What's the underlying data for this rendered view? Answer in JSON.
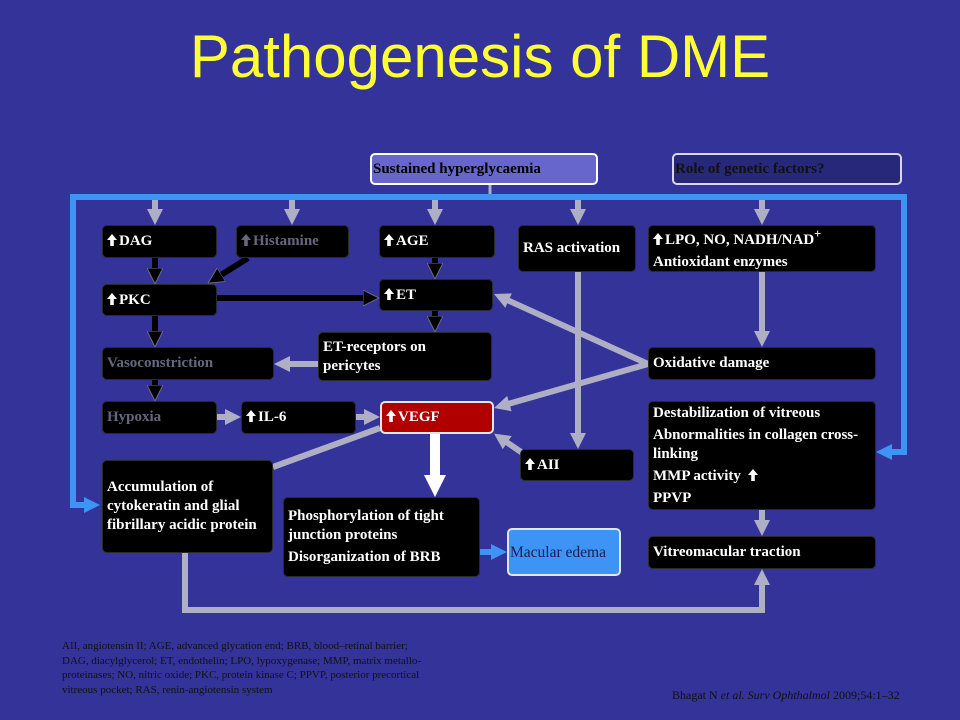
{
  "title": "Pathogenesis of DME",
  "colors": {
    "background": "#333399",
    "title": "#ffff33",
    "box_fill": "#000000",
    "box_text": "#ffffff",
    "dim_text": "#66667f",
    "hyper_fill": "#6666cc",
    "genetic_fill": "#28287a",
    "vegf_fill": "#b00000",
    "macular_fill": "#3d94f5",
    "macular_text": "#1c1c55",
    "loop_blue": "#3d94f5",
    "arrow_gray": "#aeaec4",
    "arrow_black": "#000000",
    "arrow_white": "#ffffff",
    "footnote_text": "#111111"
  },
  "sources": {
    "hyperglycaemia": {
      "label": "Sustained hyperglycaemia"
    },
    "genetic": {
      "label": "Role of genetic factors?"
    }
  },
  "nodes": {
    "dag": {
      "icon": "up-arrow",
      "label": "DAG"
    },
    "histamine": {
      "icon": "up-arrow",
      "label": "Histamine"
    },
    "age": {
      "icon": "up-arrow",
      "label": "AGE"
    },
    "ras": {
      "label": "RAS activation"
    },
    "lpo": {
      "icon": "up-arrow",
      "label": "LPO, NO, NADH/NAD",
      "label_sup": "+",
      "line2": "Antioxidant enzymes"
    },
    "pkc": {
      "icon": "up-arrow",
      "label": "PKC"
    },
    "et": {
      "icon": "up-arrow",
      "label": "ET"
    },
    "vasoconstriction": {
      "label": "Vasoconstriction"
    },
    "et_receptors": {
      "label": "ET-receptors on pericytes"
    },
    "oxidative_damage": {
      "label": "Oxidative damage"
    },
    "hypoxia": {
      "label": "Hypoxia"
    },
    "il6": {
      "icon": "up-arrow",
      "label": "IL-6"
    },
    "vegf": {
      "icon": "up-arrow",
      "label": "VEGF"
    },
    "destabilization": {
      "lines": [
        "Destabilization of vitreous",
        "Abnormalities in collagen cross-linking",
        "MMP activity",
        "PPVP"
      ],
      "mmp_icon": "up-arrow"
    },
    "aii": {
      "icon": "up-arrow",
      "label": "AII"
    },
    "accumulation": {
      "label": "Accumulation of cytokeratin and glial fibrillary acidic protein"
    },
    "phosphorylation": {
      "lines": [
        "Phosphorylation of tight junction proteins",
        "Disorganization of BRB"
      ]
    },
    "macular_edema": {
      "label": "Macular edema"
    },
    "vitreomacular_traction": {
      "label": "Vitreomacular traction"
    }
  },
  "footnote": {
    "abbreviations": [
      "AII, angiotensin II; AGE, advanced glycation end; BRB, blood–retinal barrier;",
      "DAG, diacylglycerol; ET, endothelin; LPO, lypoxygenase; MMP, matrix metallo-",
      "proteinases; NO, nitric oxide; PKC, protein kinase C; PPVP, posterior precortical",
      "vitreous pocket; RAS, renin-angiotensin system"
    ],
    "citation": {
      "authors": "Bhagat N",
      "etal_journal": "et al. Surv Ophthalmol",
      "details": "2009;54:1–32"
    }
  }
}
